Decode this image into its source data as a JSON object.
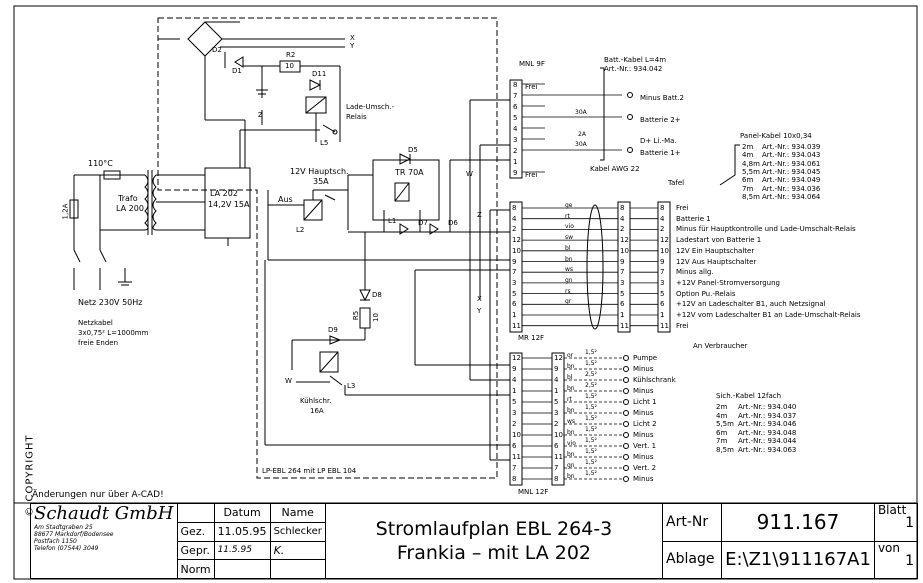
{
  "copyright": "© COPYRIGHT",
  "note": "Änderungen nur über A-CAD!",
  "company": {
    "name": "Schaudt GmbH",
    "addr1": "Am Stadtgraben 25",
    "addr2": "88677 Markdorf/Bodensee",
    "addr3": "Postfach 1150",
    "addr4": "Telefon (07544) 3049"
  },
  "titleblock": {
    "h_datum": "Datum",
    "h_name": "Name",
    "gez": "Gez.",
    "gez_date": "11.05.95",
    "gez_name": "Schlecker",
    "gepr": "Gepr.",
    "gepr_date": "11.5.95",
    "gepr_name": "K.",
    "norm": "Norm",
    "title1": "Stromlaufplan  EBL  264-3",
    "title2": "Frankia  –  mit  LA  202",
    "artnr_label": "Art-Nr",
    "artnr": "911.167",
    "ablage_label": "Ablage",
    "ablage": "E:\\Z1\\911167A1",
    "blatt_label": "Blatt",
    "blatt": "1",
    "von_label": "von",
    "von": "1"
  },
  "left": {
    "temp": "110°C",
    "fuse": "1,2A",
    "trafo1": "Trafo",
    "trafo2": "LA 200",
    "net1": "Netz 230V 50Hz",
    "cable1": "Netzkabel",
    "cable2": "3x0,75²   L=1000mm",
    "cable3": "freie Enden",
    "la1": "LA 202",
    "la2": "14,2V 15A",
    "d1": "D1",
    "d2": "D2",
    "r2": "R2",
    "r2v": "10",
    "d11": "D11",
    "x": "X",
    "y": "Y",
    "z": "Z",
    "relay1": "Lade-Umsch.-",
    "relay2": "Relais",
    "l5": "L5",
    "hs1": "12V Hauptsch.",
    "hs2": "35A",
    "aus": "Aus",
    "l2": "L2",
    "d5": "D5",
    "tr": "TR 70A",
    "l1": "L1",
    "d7": "D7",
    "d6": "D6",
    "d8": "D8",
    "r5": "R5",
    "r5v": "10",
    "d9": "D9",
    "l3": "L3",
    "ks1": "Kühlschr.",
    "ks2": "16A",
    "w": "W",
    "lp": "LP-EBL 264 mit LP EBL 104"
  },
  "connectors": {
    "mnl9f": "MNL 9F",
    "mr12f": "MR 12F",
    "mnl12f": "MNL 12F",
    "pins9": [
      "8",
      "7",
      "6",
      "5",
      "4",
      "3",
      "2",
      "1",
      "9"
    ],
    "pins12a": [
      "8",
      "4",
      "2",
      "12",
      "10",
      "9",
      "7",
      "3",
      "5",
      "6",
      "1",
      "11"
    ],
    "pins12b": [
      "12",
      "9",
      "4",
      "1",
      "5",
      "3",
      "2",
      "10",
      "6",
      "11",
      "7",
      "8"
    ]
  },
  "top": {
    "batt_cable": "Batt.-Kabel L=4m",
    "batt_art": "Art.-Nr.: 934.042",
    "frei": "Frei",
    "minus_b2": "Minus Batt.2",
    "batt2": "Batterie 2+",
    "a30": "30A",
    "a2": "2A",
    "dlma": "D+ Li.-Ma.",
    "batt1": "Batterie 1+",
    "frei2": "Frei",
    "awg": "Kabel AWG 22",
    "tafel": "Tafel"
  },
  "panel": {
    "title": "Panel-Kabel 10x0,34",
    "rows": [
      {
        "len": "2m",
        "art": "Art.-Nr.: 934.039"
      },
      {
        "len": "4m",
        "art": "Art.-Nr.: 934.043"
      },
      {
        "len": "4,8m",
        "art": "Art.-Nr.: 934.061"
      },
      {
        "len": "5,5m",
        "art": "Art.-Nr.: 934.045"
      },
      {
        "len": "6m",
        "art": "Art.-Nr.: 934.049"
      },
      {
        "len": "7m",
        "art": "Art.-Nr.: 934.036"
      },
      {
        "len": "8,5m",
        "art": "Art.-Nr.: 934.064"
      }
    ]
  },
  "tafel_rows": [
    {
      "pin": "8",
      "label": "Frei",
      "color": "ge"
    },
    {
      "pin": "4",
      "label": "Batterie 1",
      "color": "rt"
    },
    {
      "pin": "2",
      "label": "Minus für Hauptkontrolle und Lade-Umschalt-Relais",
      "color": "vio"
    },
    {
      "pin": "12",
      "label": "Ladestart von Batterie 1",
      "color": "sw"
    },
    {
      "pin": "10",
      "label": "12V Ein Hauptschalter",
      "color": "bl"
    },
    {
      "pin": "9",
      "label": "12V Aus Hauptschalter",
      "color": "bn"
    },
    {
      "pin": "7",
      "label": "Minus allg.",
      "color": "ws"
    },
    {
      "pin": "3",
      "label": "+12V Panel-Stromversorgung",
      "color": "gn"
    },
    {
      "pin": "5",
      "label": "Option Pu.-Relais",
      "color": "rs"
    },
    {
      "pin": "6",
      "label": "+12V an Ladeschalter B1, auch Netzsignal",
      "color": "gr"
    },
    {
      "pin": "1",
      "label": "+12V vom Ladeschalter B1 an Lade-Umschalt-Relais",
      "color": ""
    },
    {
      "pin": "11",
      "label": "Frei",
      "color": ""
    }
  ],
  "verbraucher": {
    "title": "An Verbraucher",
    "rows": [
      {
        "pin": "12",
        "color": "or",
        "size": "1,5²",
        "label": "Pumpe"
      },
      {
        "pin": "9",
        "color": "bn",
        "size": "1,5²",
        "label": "Minus"
      },
      {
        "pin": "4",
        "color": "bl",
        "size": "2,5²",
        "label": "Kühlschrank"
      },
      {
        "pin": "1",
        "color": "bn",
        "size": "2,5²",
        "label": "Minus"
      },
      {
        "pin": "5",
        "color": "rt",
        "size": "1,5²",
        "label": "Licht 1"
      },
      {
        "pin": "3",
        "color": "bn",
        "size": "1,5²",
        "label": "Minus"
      },
      {
        "pin": "2",
        "color": "ws",
        "size": "1,5²",
        "label": "Licht 2"
      },
      {
        "pin": "10",
        "color": "bn",
        "size": "1,5²",
        "label": "Minus"
      },
      {
        "pin": "6",
        "color": "vio",
        "size": "1,5²",
        "label": "Vert. 1"
      },
      {
        "pin": "11",
        "color": "bn",
        "size": "1,5²",
        "label": "Minus"
      },
      {
        "pin": "7",
        "color": "gn",
        "size": "1,5²",
        "label": "Vert. 2"
      },
      {
        "pin": "8",
        "color": "bn",
        "size": "1,5²",
        "label": "Minus"
      }
    ]
  },
  "sich": {
    "title": "Sich.-Kabel 12fach",
    "rows": [
      {
        "len": "2m",
        "art": "Art.-Nr.: 934.040"
      },
      {
        "len": "4m",
        "art": "Art.-Nr.: 934.037"
      },
      {
        "len": "5,5m",
        "art": "Art.-Nr.: 934.046"
      },
      {
        "len": "6m",
        "art": "Art.-Nr.: 934.048"
      },
      {
        "len": "7m",
        "art": "Art.-Nr.: 934.044"
      },
      {
        "len": "8,5m",
        "art": "Art.-Nr.: 934.063"
      }
    ]
  }
}
